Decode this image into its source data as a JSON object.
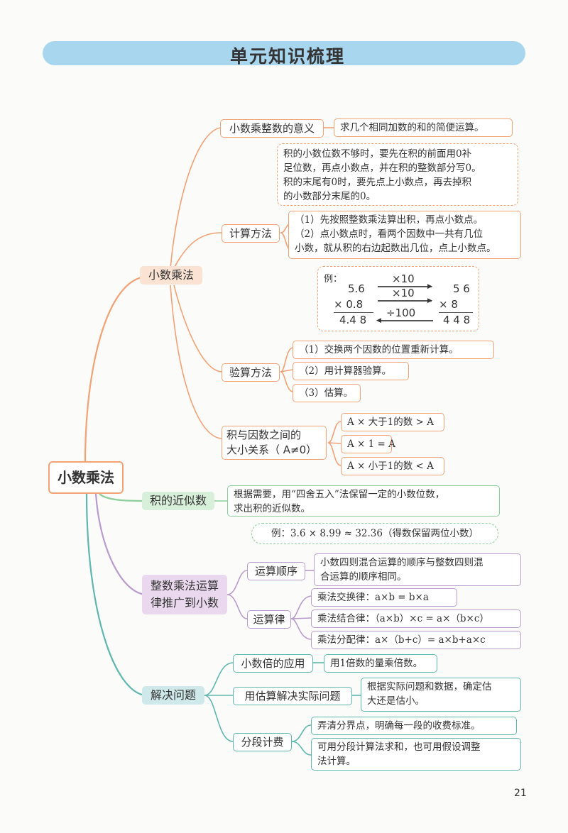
{
  "page": {
    "title": "单元知识梳理",
    "page_number": "21"
  },
  "root": "小数乘法",
  "branch1": {
    "label": "小数乘法",
    "meaning": {
      "label": "小数乘整数的意义",
      "text": "求几个相同加数的和的简便运算。"
    },
    "note": [
      "积的小数位数不够时，要先在积的前面用0补",
      "足位数，再点小数点，并在积的整数部分写0。",
      "积的末尾有0时，要先点上小数点，再去掉积",
      "的小数部分末尾的0。"
    ],
    "calc": {
      "label": "计算方法",
      "lines": [
        "（1）先按照整数乘法算出积，再点小数点。",
        "（2）点小数点时，看两个因数中一共有几位",
        "小数，就从积的右边起数出几位，点上小数点。"
      ]
    },
    "example": {
      "prefix": "例：",
      "a1": "5.6",
      "a2": "×  0.8",
      "a3": "4.4 8",
      "op1": "×10",
      "op2": "×10",
      "op3": "÷100",
      "b1": "5 6",
      "b2": "×    8",
      "b3": "4 4 8"
    },
    "check": {
      "label": "验算方法",
      "items": [
        "（1）交换两个因数的位置重新计算。",
        "（2）用计算器验算。",
        "（3）估算。"
      ]
    },
    "relation": {
      "label_line1": "积与因数之间的",
      "label_line2": "大小关系（ A≠0）",
      "items": [
        "A × 大于1的数 > A",
        "A × 1 = A",
        "A × 小于1的数 < A"
      ]
    }
  },
  "branch2": {
    "label": "积的近似数",
    "text": [
      "根据需要，用“四舍五入”法保留一定的小数位数，",
      "求出积的近似数。"
    ],
    "example": "例：3.6 × 8.99 ≈ 32.36（得数保留两位小数）"
  },
  "branch3": {
    "label_line1": "整数乘法运算",
    "label_line2": "律推广到小数",
    "order": {
      "label": "运算顺序",
      "text": [
        "小数四则混合运算的顺序与整数四则混",
        "合运算的顺序相同。"
      ]
    },
    "laws": {
      "label": "运算律",
      "items": [
        "乘法交换律：a×b = b×a",
        "乘法结合律：（a×b）×c = a×（b×c）",
        "乘法分配律：a×（b+c）= a×b+a×c"
      ]
    }
  },
  "branch4": {
    "label": "解决问题",
    "multiple": {
      "label": "小数倍的应用",
      "text": "用1倍数的量乘倍数。"
    },
    "estimate": {
      "label": "用估算解决实际问题",
      "text": [
        "根据实际问题和数据，确定估",
        "大还是估小。"
      ]
    },
    "segment": {
      "label": "分段计费",
      "items": [
        "弄清分界点，明确每一段的收费标准。",
        "可用分段计算法求和，也可用假设调整|法计算。"
      ]
    }
  },
  "colors": {
    "orange": "#f2a275",
    "green": "#8ccf9a",
    "purple": "#b99ccd",
    "teal": "#5fb7b0",
    "banner": "#a9d6ef"
  }
}
